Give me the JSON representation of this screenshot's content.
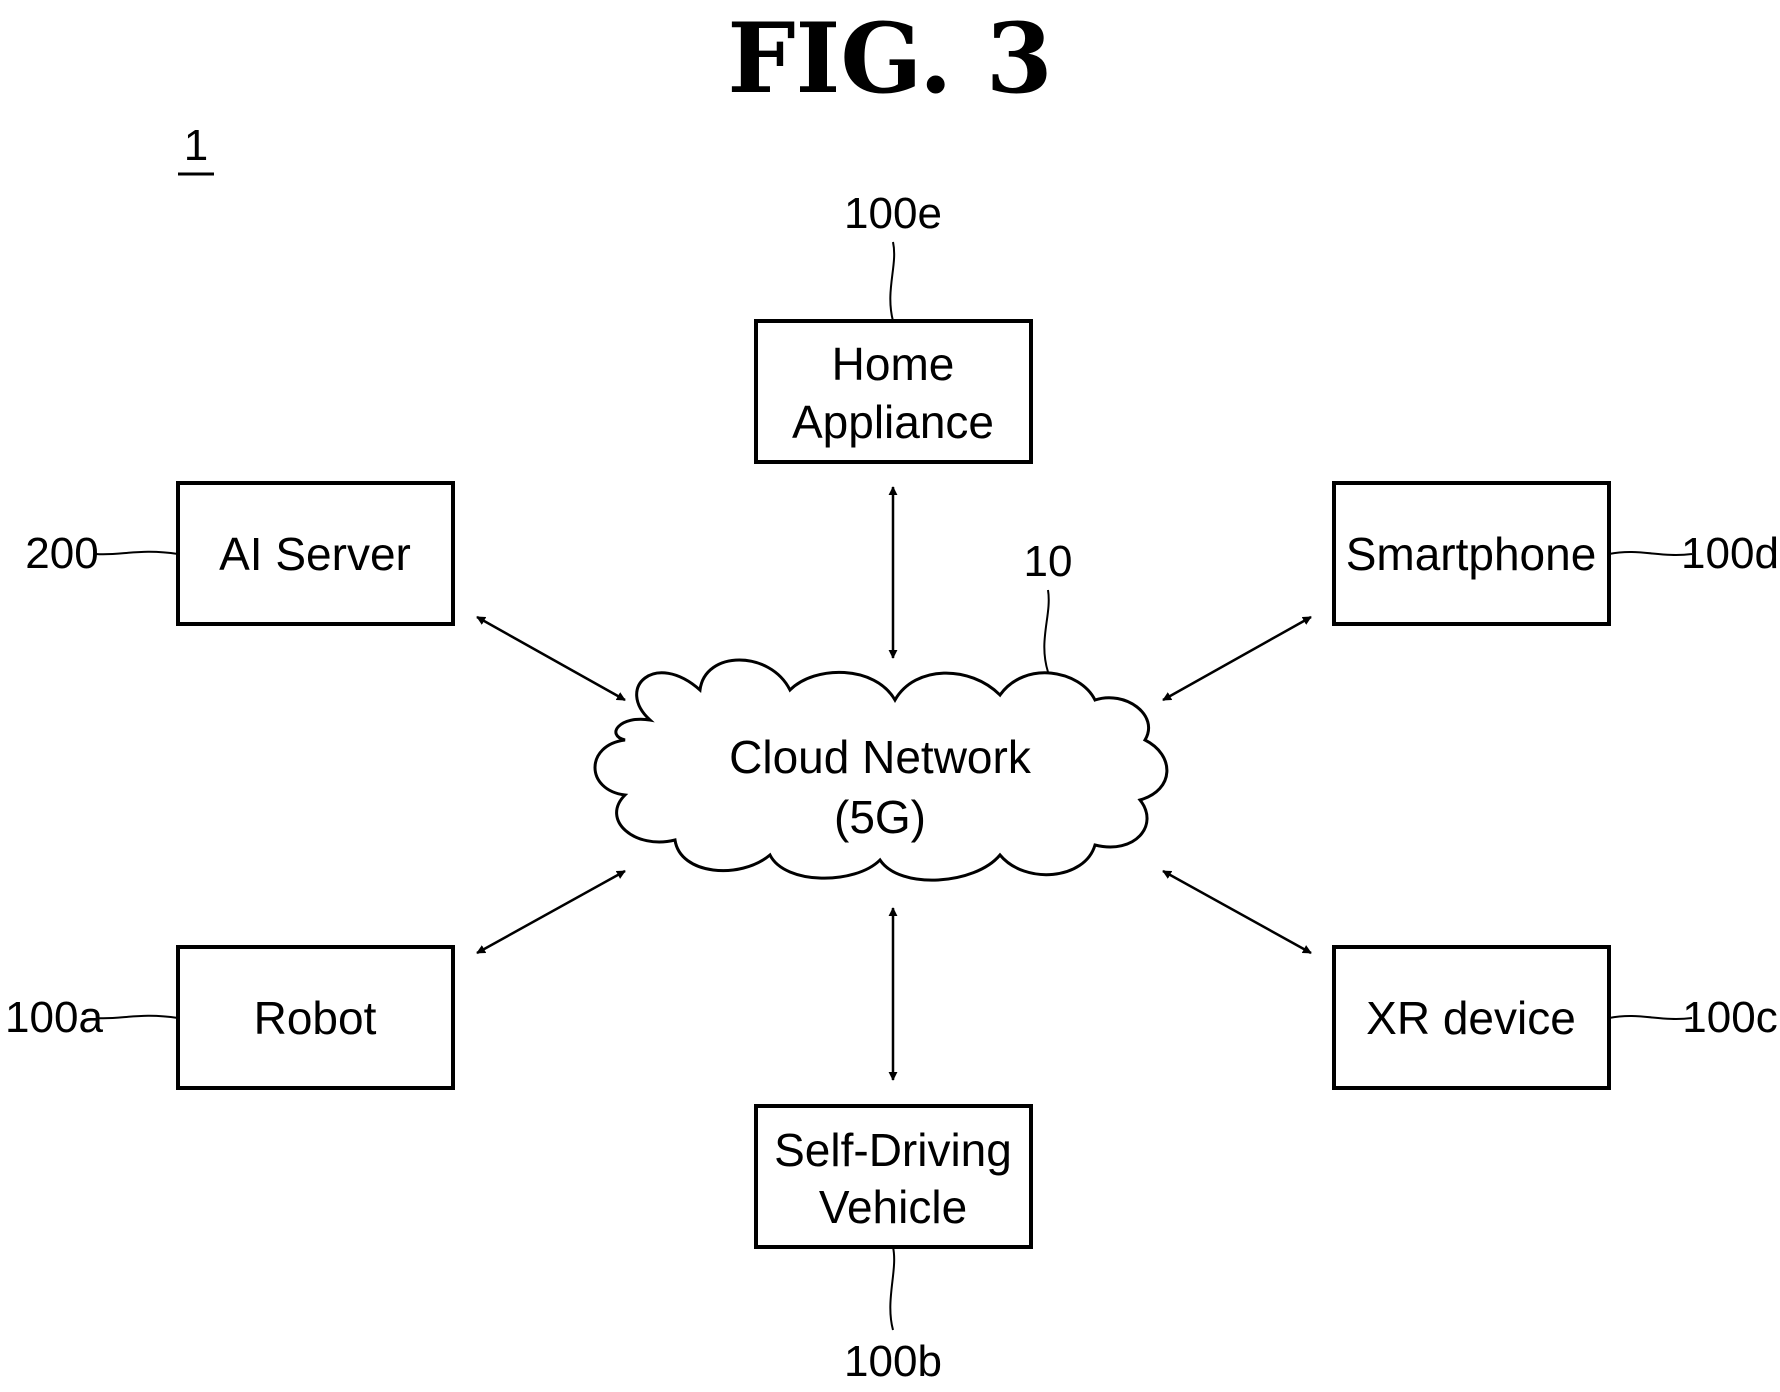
{
  "figure": {
    "title": "FIG. 3",
    "system_ref": "1"
  },
  "cloud": {
    "line1": "Cloud Network",
    "line2": "(5G)",
    "ref": "10"
  },
  "nodes": {
    "home_appliance": {
      "line1": "Home",
      "line2": "Appliance",
      "ref": "100e"
    },
    "ai_server": {
      "label": "AI Server",
      "ref": "200"
    },
    "smartphone": {
      "label": "Smartphone",
      "ref": "100d"
    },
    "robot": {
      "label": "Robot",
      "ref": "100a"
    },
    "xr_device": {
      "label": "XR device",
      "ref": "100c"
    },
    "self_driving_vehicle": {
      "line1": "Self-Driving",
      "line2": "Vehicle",
      "ref": "100b"
    }
  }
}
